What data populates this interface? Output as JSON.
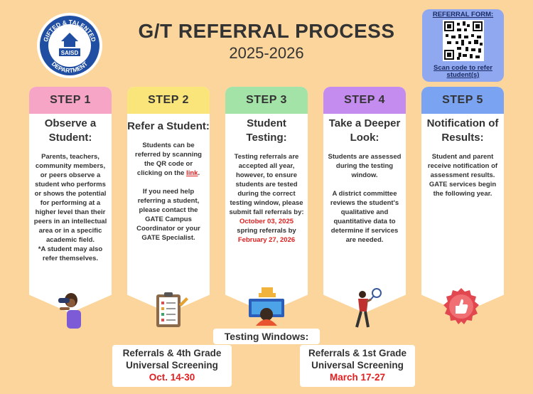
{
  "logo": {
    "top_text": "GIFTED & TALENTED",
    "center_text": "SAISD",
    "bottom_text": "DEPARTMENT"
  },
  "header": {
    "title": "G/T REFERRAL PROCESS",
    "subtitle": "2025-2026"
  },
  "referral_form": {
    "title": "REFERRAL FORM:",
    "caption": "Scan code to refer student(s)"
  },
  "steps": [
    {
      "label": "STEP 1",
      "title": "Observe a Student:",
      "body": "Parents, teachers, community members, or peers observe a student who performs or shows the potential for performing at a higher level than their peers in an intellectual area or in a specific academic field.",
      "note": "*A student may also refer themselves.",
      "icon": "binoculars-person-icon"
    },
    {
      "label": "STEP 2",
      "title": "Refer a Student:",
      "body_before_link": "Students can be referred by scanning the QR code or clicking on the ",
      "link": "link",
      "body_after_link": ".",
      "body2": "If you need help referring a student, please contact the GATE Campus Coordinator or your GATE Specialist.",
      "icon": "clipboard-checklist-icon"
    },
    {
      "label": "STEP 3",
      "title": "Student Testing:",
      "body": "Testing referrals are accepted all year, however, to ensure students are tested during the correct testing window, please submit fall referrals by:",
      "date1": "October 03, 2025",
      "body_mid": "spring referrals by",
      "date2": "February 27, 2026",
      "icon": "student-computer-icon"
    },
    {
      "label": "STEP 4",
      "title": "Take a Deeper Look:",
      "body": "Students are assessed during the testing window.",
      "body2": "A district committee reviews the student's qualitative and quantitative data to determine if services are needed.",
      "icon": "magnifier-person-icon"
    },
    {
      "label": "STEP 5",
      "title": "Notification of Results:",
      "body": "Student and parent receive notification of assessment results. GATE services begin the following year.",
      "icon": "thumbs-up-badge-icon"
    }
  ],
  "testing_windows": {
    "title": "Testing Windows:",
    "windows": [
      {
        "line1": "Referrals & 4th Grade",
        "line2": "Universal Screening",
        "dates": "Oct. 14-30"
      },
      {
        "line1": "Referrals & 1st Grade",
        "line2": "Universal Screening",
        "dates": "March 17-27"
      }
    ]
  },
  "colors": {
    "background": "#fbd59c",
    "step1": "#f6a5c7",
    "step2": "#f9e57a",
    "step3": "#a3e3a7",
    "step4": "#c58cf0",
    "step5": "#7aa3f2",
    "accent_red": "#e02020",
    "logo_blue": "#1f4ea3"
  }
}
